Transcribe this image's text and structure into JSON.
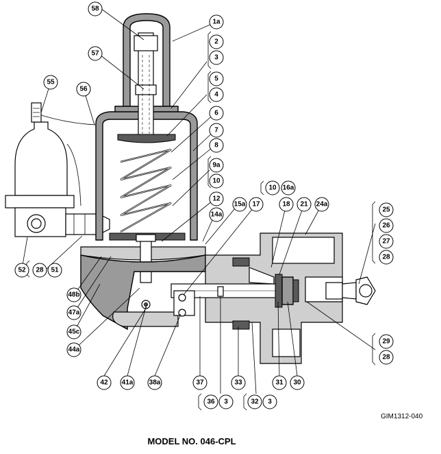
{
  "callouts": {
    "c58": "58",
    "c1a": "1a",
    "c2": "2",
    "c3": "3",
    "c57": "57",
    "c5": "5",
    "c4": "4",
    "c55": "55",
    "c56": "56",
    "c6": "6",
    "c7": "7",
    "c8": "8",
    "c9a": "9a",
    "c10": "10",
    "c12": "12",
    "c14a": "14a",
    "c10b": "10",
    "c16a": "16a",
    "c15a": "15a",
    "c17": "17",
    "c18": "18",
    "c21": "21",
    "c24a": "24a",
    "c25": "25",
    "c26": "26",
    "c27": "27",
    "c28a": "28",
    "c52": "52",
    "c28b": "28",
    "c51": "51",
    "c48b": "48b",
    "c47a": "47a",
    "c45c": "45c",
    "c44a": "44a",
    "c29": "29",
    "c28c": "28",
    "c42": "42",
    "c41a": "41a",
    "c38a": "38a",
    "c37": "37",
    "c33": "33",
    "c31": "31",
    "c30": "30",
    "c36": "36",
    "c3b": "3",
    "c32": "32",
    "c3c": "3"
  },
  "ref_code": "GIM1312-040",
  "model_title": "MODEL NO. 046-CPL"
}
